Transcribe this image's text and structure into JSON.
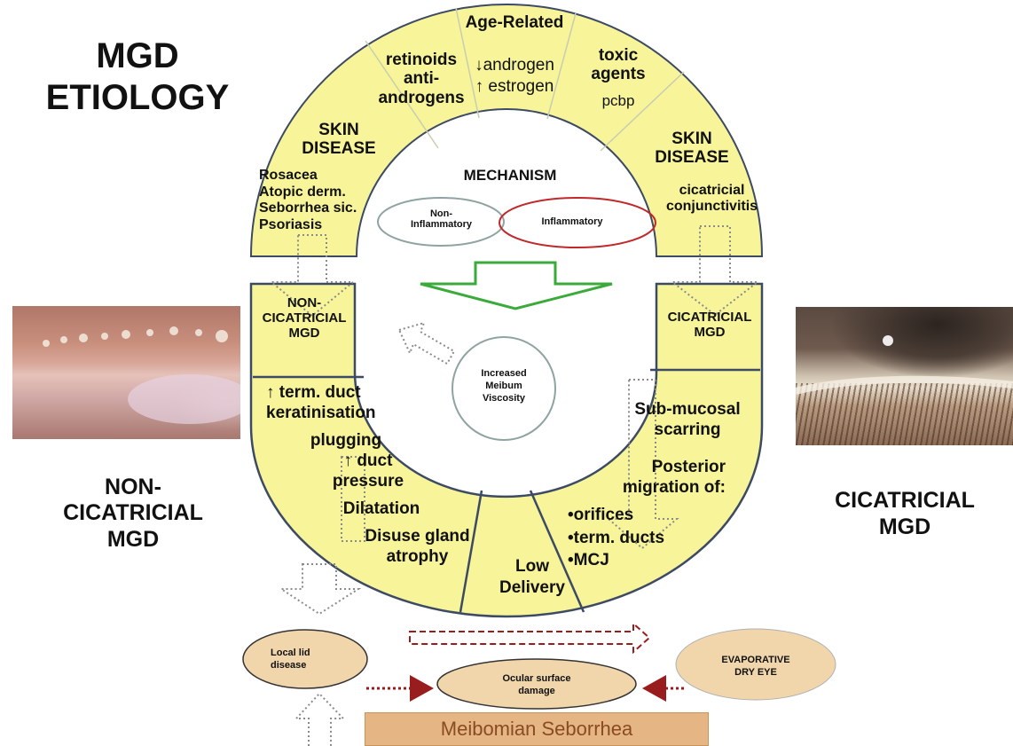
{
  "title": "MGD\nETIOLOGY",
  "arch": {
    "skin_disease_left": {
      "heading": "SKIN\nDISEASE",
      "items": "Rosacea\nAtopic derm.\nSeborrhea sic.\nPsoriasis"
    },
    "retinoids": "retinoids\nanti-\nandrogens",
    "age_related": {
      "heading": "Age-Related",
      "androgen": "↓androgen",
      "estrogen": "↑ estrogen"
    },
    "toxic": {
      "heading": "toxic\nagents",
      "sub": "pcbp"
    },
    "skin_disease_right": {
      "heading": "SKIN\nDISEASE",
      "sub": "cicatricial\nconjunctivitis"
    }
  },
  "mechanism": {
    "title": "MECHANISM",
    "non_inflammatory": "Non-\nInflammatory",
    "inflammatory": "Inflammatory"
  },
  "center": {
    "viscosity": "Increased\nMeibum\nViscosity"
  },
  "cup": {
    "non_cicatricial_box": "NON-\nCICATRICIAL\nMGD",
    "cicatricial_box": "CICATRICIAL\nMGD",
    "left_items": {
      "keratinisation": "↑ term. duct\nkeratinisation",
      "plugging": "plugging",
      "pressure": "↑ duct\npressure",
      "dilatation": "Dilatation",
      "atrophy": "Disuse gland\natrophy"
    },
    "low_delivery": "Low\nDelivery",
    "right_items": {
      "scarring": "Sub-mucosal\nscarring",
      "posterior": "Posterior\nmigration of:",
      "orifices": "•orifices",
      "ducts": "•term. ducts",
      "mcj": "•MCJ"
    }
  },
  "side_labels": {
    "left": "NON-\nCICATRICIAL\nMGD",
    "right": "CICATRICIAL\nMGD"
  },
  "bottom": {
    "local_lid": "Local lid\ndisease",
    "ocular_surface": "Ocular surface\ndamage",
    "evaporative": "EVAPORATIVE\nDRY EYE",
    "seborrhea": "Meibomian Seborrhea"
  },
  "colors": {
    "yellow_fill": "#f7f49a",
    "dark_outline": "#3c4a63",
    "green_arrow": "#3aab3a",
    "red_outline": "#c0282a",
    "grey_outline": "#8fa3a0",
    "tan_fill": "#f1d6ab",
    "dark_red_arrow": "#9a1d1d"
  }
}
